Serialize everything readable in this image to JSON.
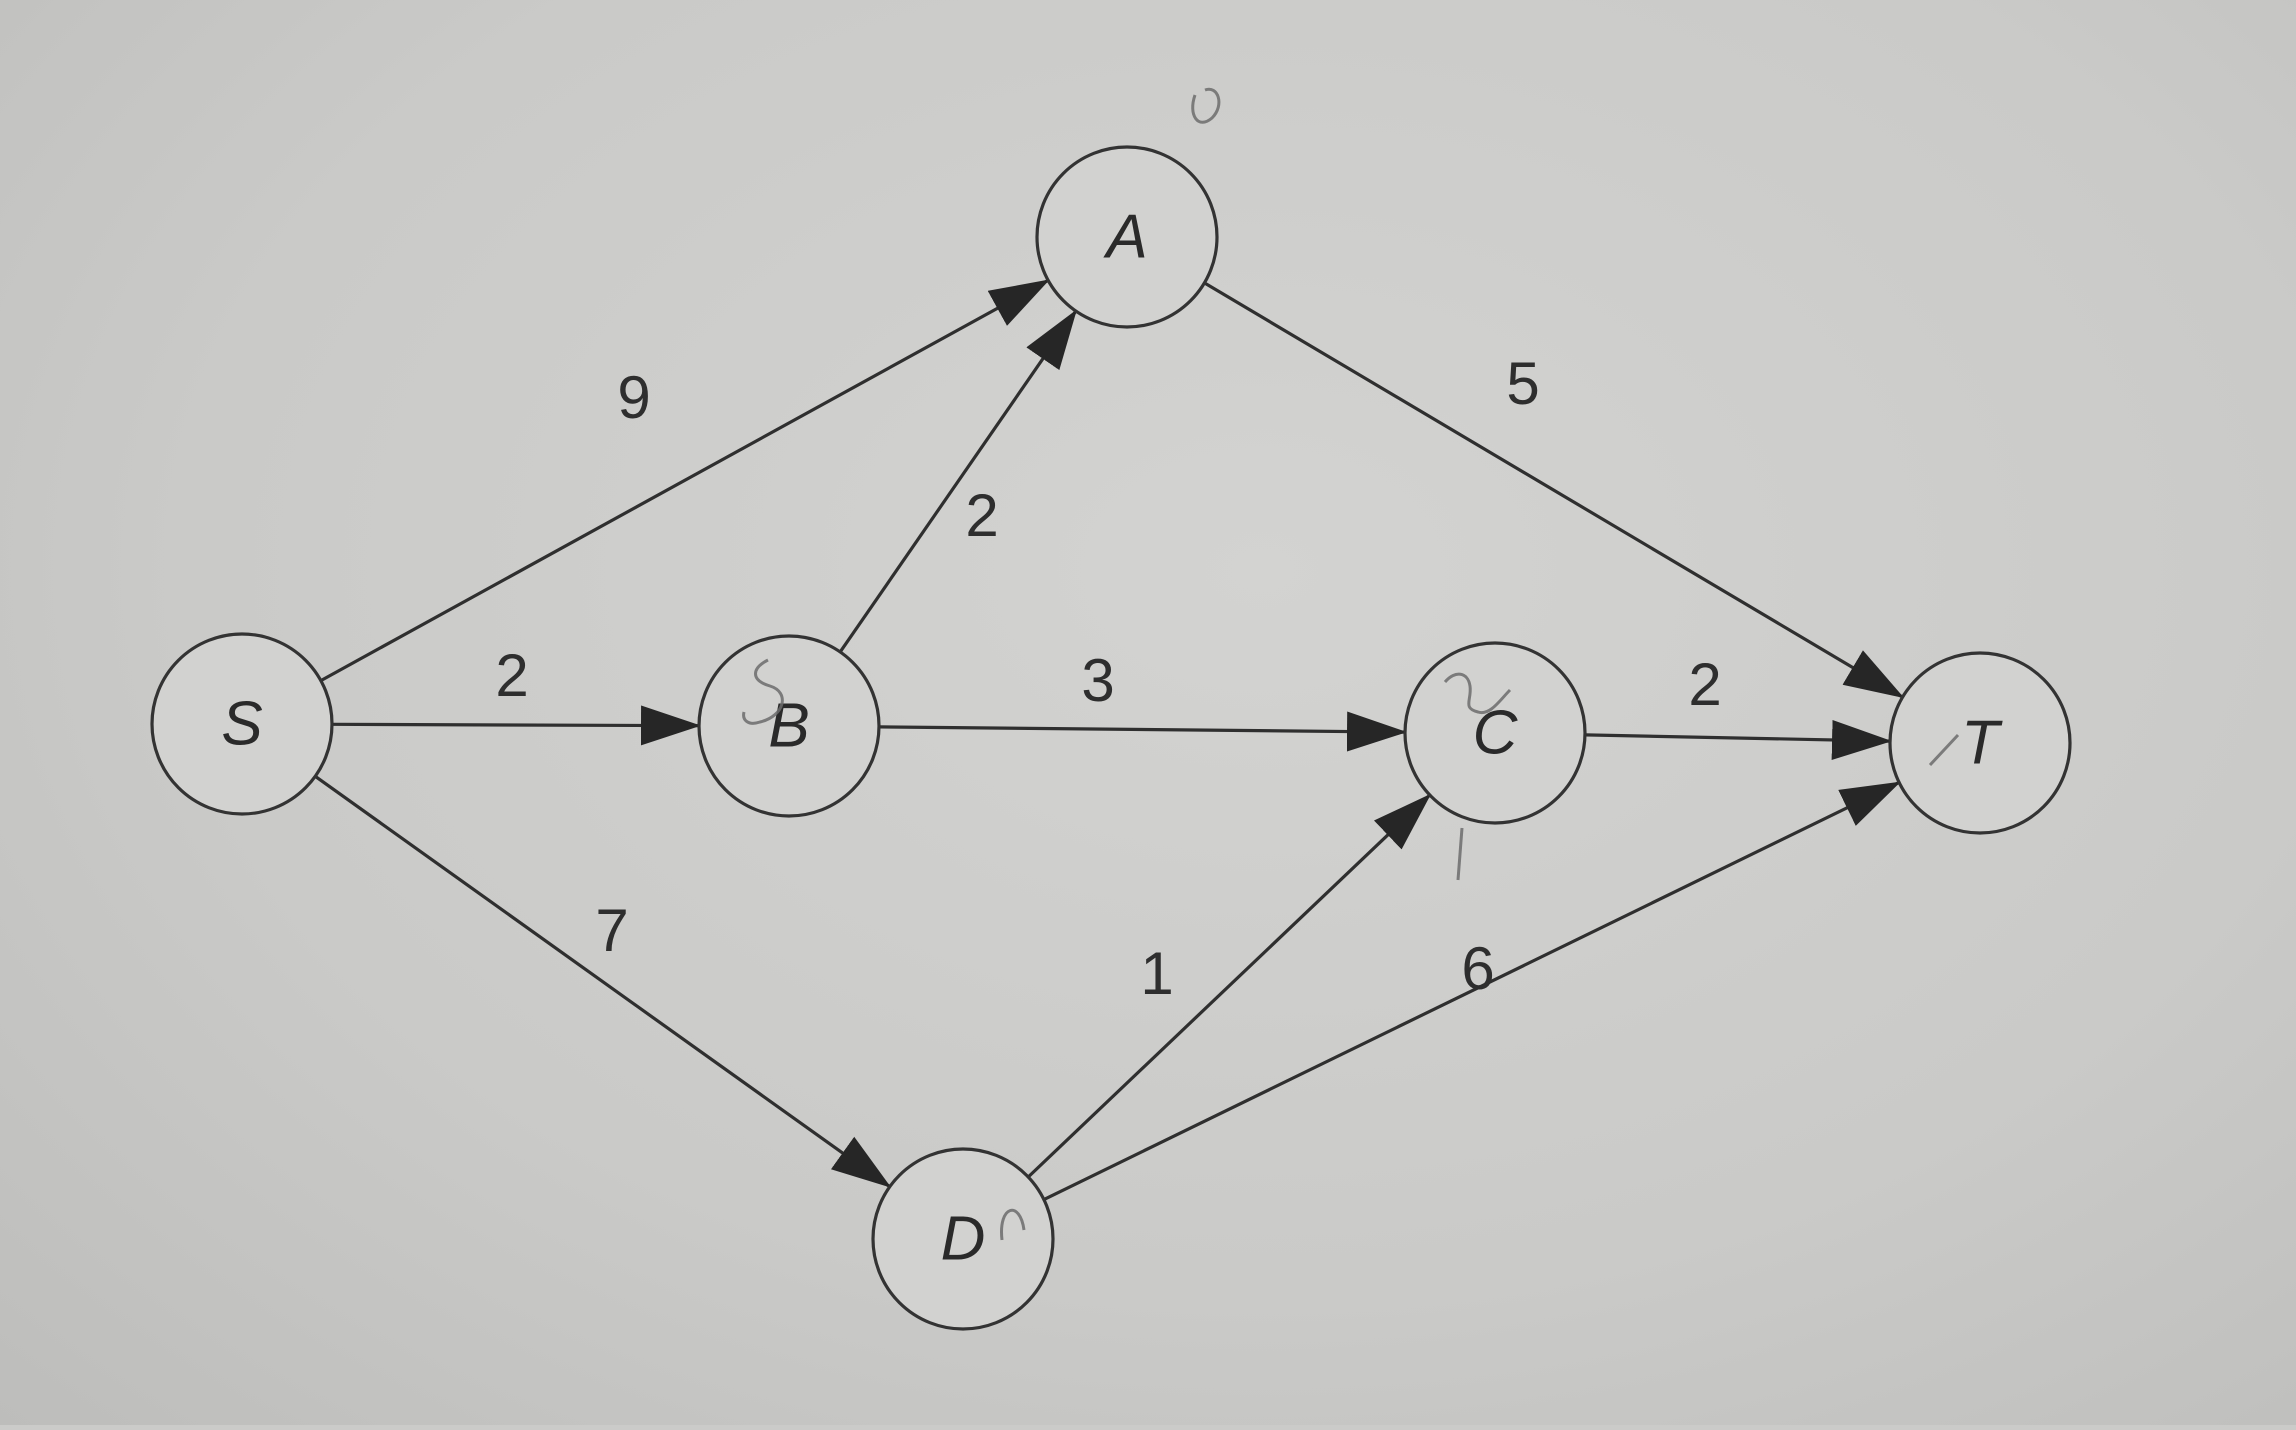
{
  "graph": {
    "nodes": [
      {
        "id": "S",
        "label": "S"
      },
      {
        "id": "A",
        "label": "A"
      },
      {
        "id": "B",
        "label": "B"
      },
      {
        "id": "C",
        "label": "C"
      },
      {
        "id": "D",
        "label": "D"
      },
      {
        "id": "T",
        "label": "T"
      }
    ],
    "edges": [
      {
        "from": "S",
        "to": "A",
        "weight": "9"
      },
      {
        "from": "S",
        "to": "B",
        "weight": "2"
      },
      {
        "from": "S",
        "to": "D",
        "weight": "7"
      },
      {
        "from": "B",
        "to": "A",
        "weight": "2"
      },
      {
        "from": "B",
        "to": "C",
        "weight": "3"
      },
      {
        "from": "A",
        "to": "T",
        "weight": "5"
      },
      {
        "from": "C",
        "to": "T",
        "weight": "2"
      },
      {
        "from": "D",
        "to": "C",
        "weight": "1"
      },
      {
        "from": "D",
        "to": "T",
        "weight": "6"
      }
    ]
  },
  "colors": {
    "background": "#cbcbc9",
    "ink": "#2f2f2f",
    "pencil": "#6c6c6c"
  }
}
